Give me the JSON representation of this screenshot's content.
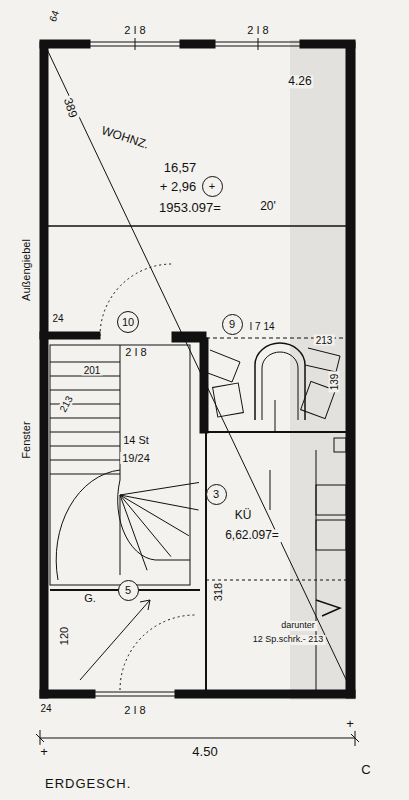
{
  "diagram": {
    "title": "ERDGESCH.",
    "nodes": [
      {
        "text": [
          "+"
        ]
      },
      {
        "text": [
          "10"
        ]
      },
      {
        "text": [
          "9"
        ]
      },
      {
        "text": [
          "3"
        ]
      },
      {
        "text": [
          "5"
        ]
      }
    ],
    "labels": [
      "64",
      "2 I 8",
      "2 I 8",
      "4.26",
      "389",
      "WOHNZ.",
      "16,57",
      "+ 2,96",
      "1953.097=",
      "20'",
      "Außengiebel",
      "24",
      "2 I 8",
      "201",
      "213",
      "14 St",
      "19/24",
      "Fenster",
      "I 7 14",
      "213",
      "139",
      "KÜ",
      "6,62.097=",
      "318",
      "120",
      "G.",
      "darunter",
      "12 Sp.schrk.- 213",
      "24",
      "2 I 8",
      "4.50",
      "C",
      "+",
      "+"
    ]
  }
}
